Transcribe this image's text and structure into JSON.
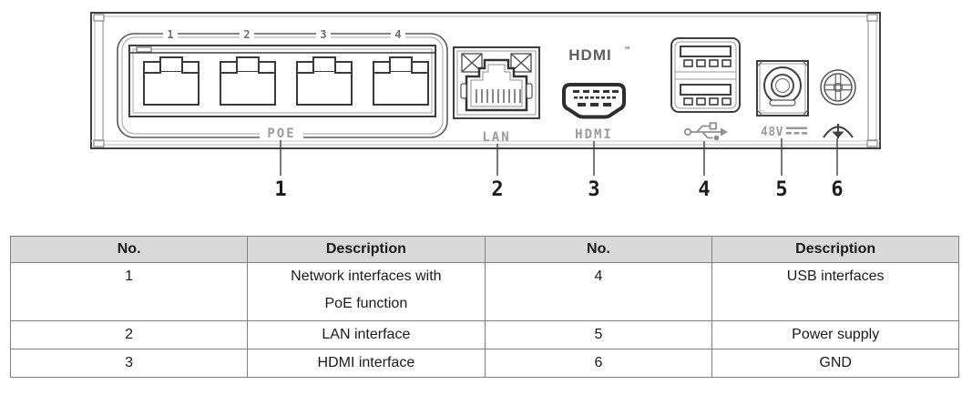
{
  "device_panel": {
    "poe": {
      "port_labels": [
        "1",
        "2",
        "3",
        "4"
      ],
      "group_label": "POE"
    },
    "lan": {
      "label": "LAN"
    },
    "hdmi": {
      "logo": "HDMI",
      "logo_tm": "™",
      "label": "HDMI"
    },
    "power": {
      "label": "48V"
    },
    "callouts": {
      "poe": "1",
      "lan": "2",
      "hdmi": "3",
      "usb": "4",
      "power": "5",
      "gnd": "6"
    }
  },
  "table": {
    "headers": [
      "No.",
      "Description",
      "No.",
      "Description"
    ],
    "rows": [
      [
        "1",
        "Network interfaces with\nPoE function",
        "4",
        "USB interfaces"
      ],
      [
        "2",
        "LAN interface",
        "5",
        "Power supply"
      ],
      [
        "3",
        "HDMI interface",
        "6",
        "GND"
      ]
    ]
  },
  "colors": {
    "line_art": "#3f3f3f",
    "light_line": "#9a9a9a",
    "label_gray": "#9b9b9b",
    "table_header_bg": "#d9d9d9",
    "table_border": "#808080"
  }
}
